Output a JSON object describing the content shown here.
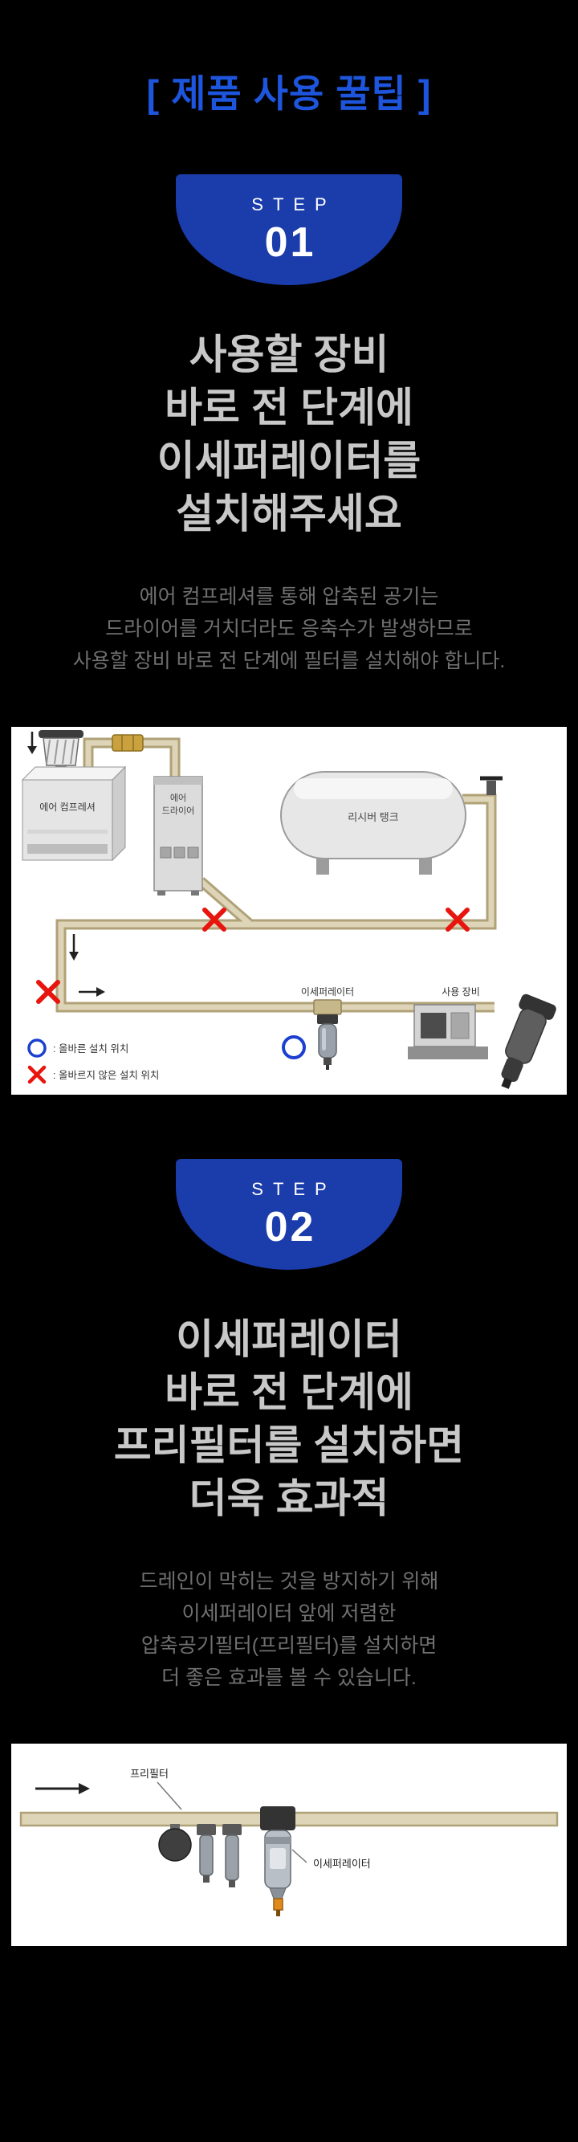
{
  "page": {
    "title": "[ 제품 사용 꿀팁 ]"
  },
  "colors": {
    "background": "#000000",
    "title_blue": "#1e55dd",
    "badge_blue": "#1b3cab",
    "heading_gray": "#c8c8c8",
    "body_gray": "#6f6f6f",
    "correct_mark_blue": "#1b3fd0",
    "wrong_mark_red": "#e8150e",
    "pipe_beige": "#ded4b8"
  },
  "step1": {
    "badge": {
      "label": "STEP",
      "number": "01"
    },
    "heading_lines": [
      "사용할 장비",
      "바로 전 단계에",
      "이세퍼레이터를",
      "설치해주세요"
    ],
    "body_lines": [
      "에어 컴프레셔를 통해 압축된 공기는",
      "드라이어를 거치더라도 응축수가 발생하므로",
      "사용할 장비 바로 전 단계에 필터를 설치해야 합니다."
    ],
    "diagram": {
      "labels": {
        "compressor": "에어 컴프레셔",
        "dryer_line1": "에어",
        "dryer_line2": "드라이어",
        "tank": "리시버 탱크",
        "separator": "이세퍼레이터",
        "equipment": "사용 장비"
      },
      "legend": {
        "correct": ": 올바른 설치 위치",
        "wrong": ": 올바르지 않은 설치 위치"
      }
    }
  },
  "step2": {
    "badge": {
      "label": "STEP",
      "number": "02"
    },
    "heading_lines": [
      "이세퍼레이터",
      "바로 전 단계에",
      "프리필터를 설치하면",
      "더욱 효과적"
    ],
    "body_lines": [
      "드레인이 막히는 것을 방지하기 위해",
      "이세퍼레이터 앞에 저렴한",
      "압축공기필터(프리필터)를 설치하면",
      "더 좋은 효과를 볼 수 있습니다."
    ],
    "diagram": {
      "labels": {
        "prefilter": "프리필터",
        "separator": "이세퍼레이터"
      }
    }
  }
}
